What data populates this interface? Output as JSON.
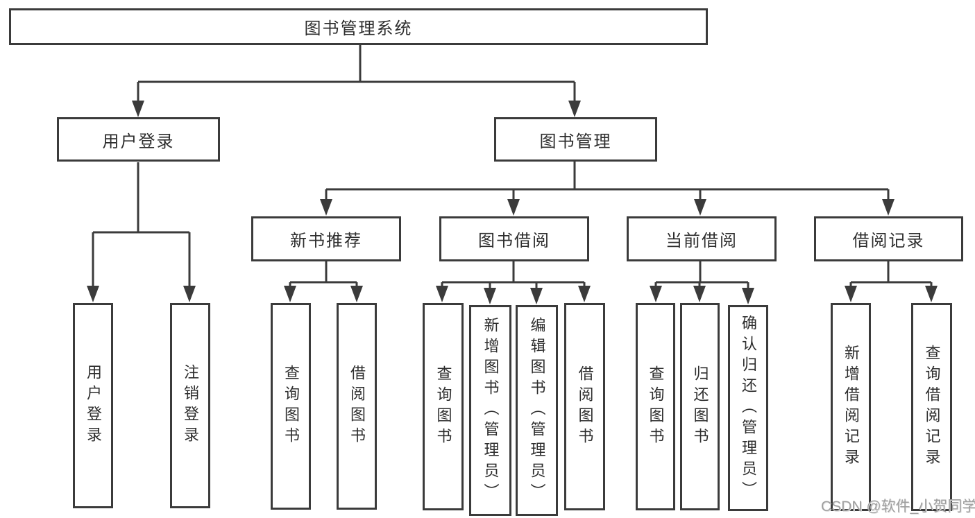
{
  "diagram": {
    "title": "图书管理系统",
    "colors": {
      "line": "#3b3b3b",
      "text": "#2d2d2d",
      "box_background": "#ffffff",
      "watermark": "#9f9f9f"
    },
    "nodes": {
      "root": {
        "label": "图书管理系统"
      },
      "user_login": {
        "label": "用户登录"
      },
      "book_manage": {
        "label": "图书管理"
      },
      "new_book_recommend": {
        "label": "新书推荐"
      },
      "book_borrow": {
        "label": "图书借阅"
      },
      "current_borrow": {
        "label": "当前借阅"
      },
      "borrow_records": {
        "label": "借阅记录"
      },
      "leaf_user_login": {
        "label": "用户登录"
      },
      "leaf_logout": {
        "label": "注销登录"
      },
      "leaf_nb_query_book": {
        "label": "查询图书"
      },
      "leaf_nb_borrow_book": {
        "label": "借阅图书"
      },
      "leaf_bb_query_book": {
        "label": "查询图书"
      },
      "leaf_bb_add_book": {
        "label": "新增图书（管理员）"
      },
      "leaf_bb_edit_book": {
        "label": "编辑图书（管理员）"
      },
      "leaf_bb_borrow_book": {
        "label": "借阅图书"
      },
      "leaf_cb_query_book": {
        "label": "查询图书"
      },
      "leaf_cb_return_book": {
        "label": "归还图书"
      },
      "leaf_cb_confirm_return": {
        "label": "确认归还（管理员）"
      },
      "leaf_br_add_record": {
        "label": "新增借阅记录"
      },
      "leaf_br_query_record": {
        "label": "查询借阅记录"
      }
    },
    "watermark": "CSDN @软件_小贺同学"
  }
}
